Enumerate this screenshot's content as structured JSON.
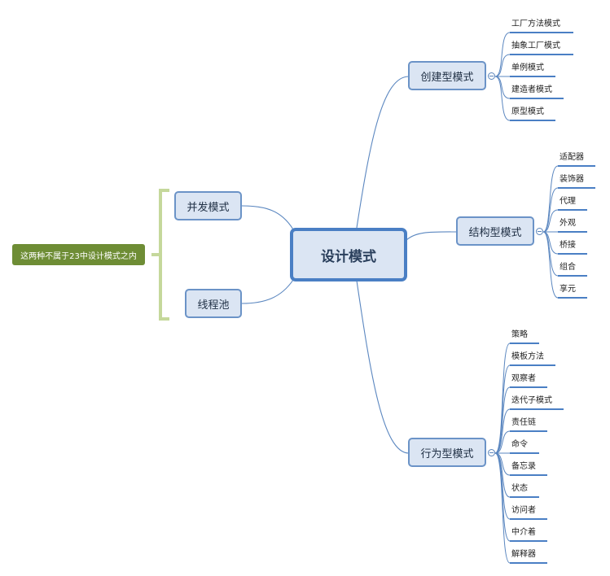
{
  "root": {
    "label": "设计模式"
  },
  "creational": {
    "label": "创建型模式",
    "items": [
      "工厂方法模式",
      "抽象工厂模式",
      "单例模式",
      "建造者模式",
      "原型模式"
    ]
  },
  "structural": {
    "label": "结构型模式",
    "items": [
      "适配器",
      "装饰器",
      "代理",
      "外观",
      "桥接",
      "组合",
      "享元"
    ]
  },
  "behavioral": {
    "label": "行为型模式",
    "items": [
      "策略",
      "模板方法",
      "观察者",
      "迭代子模式",
      "责任链",
      "命令",
      "备忘录",
      "状态",
      "访问者",
      "中介着",
      "解释器"
    ]
  },
  "extra": {
    "concurrency": "并发模式",
    "thread_pool": "线程池",
    "note": "这两种不属于23中设计模式之内"
  },
  "colors": {
    "node_fill": "#dbe5f3",
    "node_border": "#6b93c7",
    "connector": "#5b87c0",
    "bracket": "#c5d89b",
    "note_fill": "#6e8d35"
  }
}
